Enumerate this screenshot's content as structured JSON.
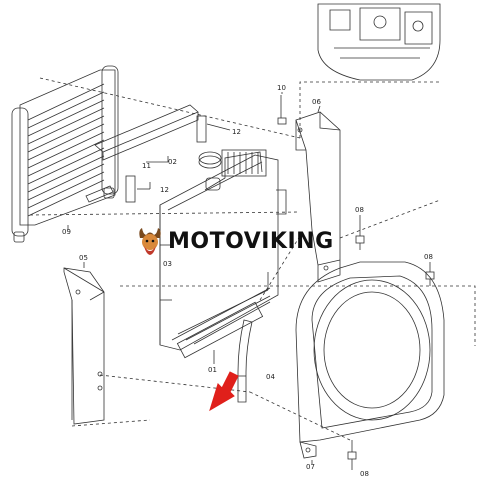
{
  "brand": {
    "name": "MOTOVIKING",
    "logo_icon": "viking-head-icon"
  },
  "part_labels": {
    "p01": "01",
    "p02": "02",
    "p03": "03",
    "p04": "04",
    "p05": "05",
    "p06": "06",
    "p07": "07",
    "p08a": "08",
    "p08b": "08",
    "p08c": "08",
    "p09": "09",
    "p10": "10",
    "p11": "11",
    "p12a": "12",
    "p12b": "12"
  },
  "colors": {
    "line": "#333333",
    "arrow": "#e0201b",
    "brand_text": "#111111"
  }
}
